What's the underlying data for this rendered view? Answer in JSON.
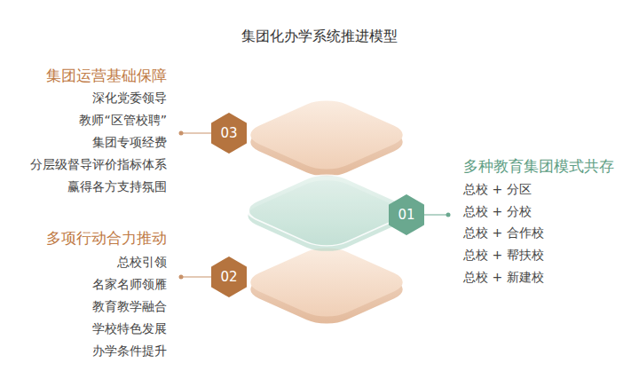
{
  "diagram": {
    "title": "集团化办学系统推进模型",
    "nodes": [
      {
        "text": [
          "03"
        ]
      },
      {
        "text": [
          "01"
        ]
      },
      {
        "text": [
          "02"
        ]
      }
    ],
    "labels": [
      "集团运营基础保障",
      "深化党委领导",
      "教师“区管校聘”",
      "集团专项经费",
      "分层级督导评价指标体系",
      "赢得各方支持氛围",
      "多项行动合力推动",
      "总校引领",
      "名家名师领雁",
      "教育教学融合",
      "学校特色发展",
      "办学条件提升",
      "多种教育集团模式共存",
      "总校 + 分区",
      "总校 + 分校",
      "总校 + 合作校",
      "总校 + 帮扶校",
      "总校 + 新建校"
    ]
  }
}
